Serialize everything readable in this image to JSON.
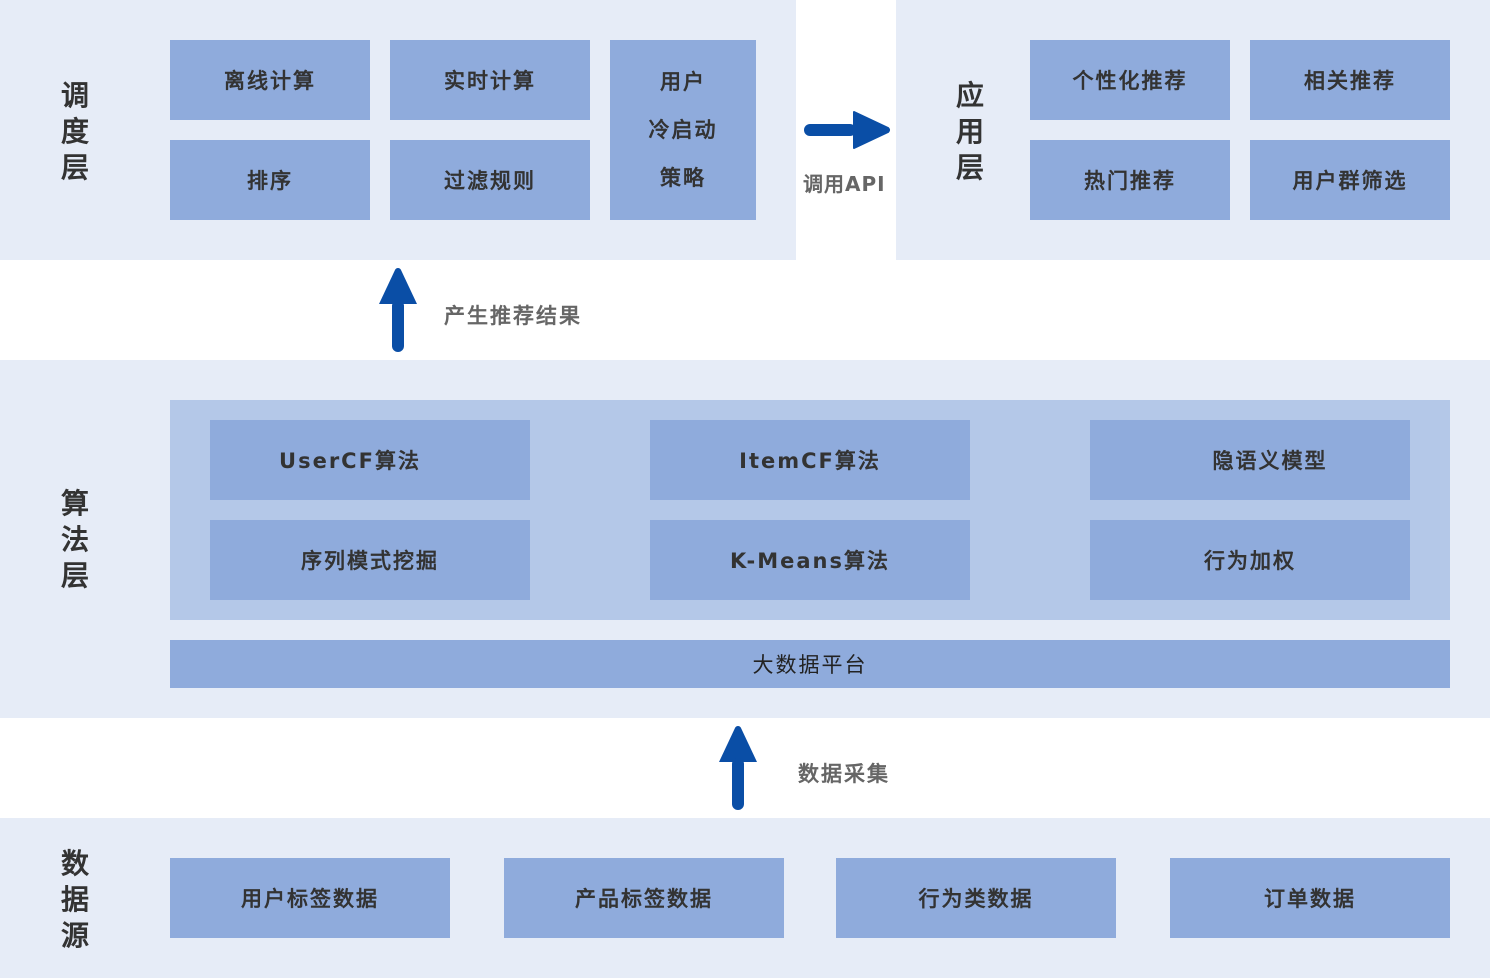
{
  "colors": {
    "panel_bg": "#e6ecf7",
    "box_bg": "#8fabdc",
    "inner_panel_bg": "#b4c8e8",
    "arrow": "#0a4ea6",
    "text_dark": "#333333",
    "text_gray": "#666666"
  },
  "scheduling_layer": {
    "label": [
      "调",
      "度",
      "层"
    ],
    "boxes": [
      "离线计算",
      "实时计算",
      "排序",
      "过滤规则"
    ],
    "cold_start_box": [
      "用户",
      "冷启动",
      "策略"
    ]
  },
  "api_call": {
    "icon": "arrow-right-icon",
    "label": "调用API"
  },
  "application_layer": {
    "label": [
      "应",
      "用",
      "层"
    ],
    "boxes": [
      "个性化推荐",
      "相关推荐",
      "热门推荐",
      "用户群筛选"
    ]
  },
  "result_flow": {
    "icon": "arrow-up-icon",
    "label": "产生推荐结果"
  },
  "algorithm_layer": {
    "label": [
      "算",
      "法",
      "层"
    ],
    "boxes": [
      "UserCF算法",
      "ItemCF算法",
      "隐语义模型",
      "序列模式挖掘",
      "K-Means算法",
      "行为加权"
    ],
    "platform": "大数据平台"
  },
  "data_flow": {
    "icon": "arrow-up-icon",
    "label": "数据采集"
  },
  "data_source_layer": {
    "label": [
      "数",
      "据",
      "源"
    ],
    "boxes": [
      "用户标签数据",
      "产品标签数据",
      "行为类数据",
      "订单数据"
    ]
  }
}
